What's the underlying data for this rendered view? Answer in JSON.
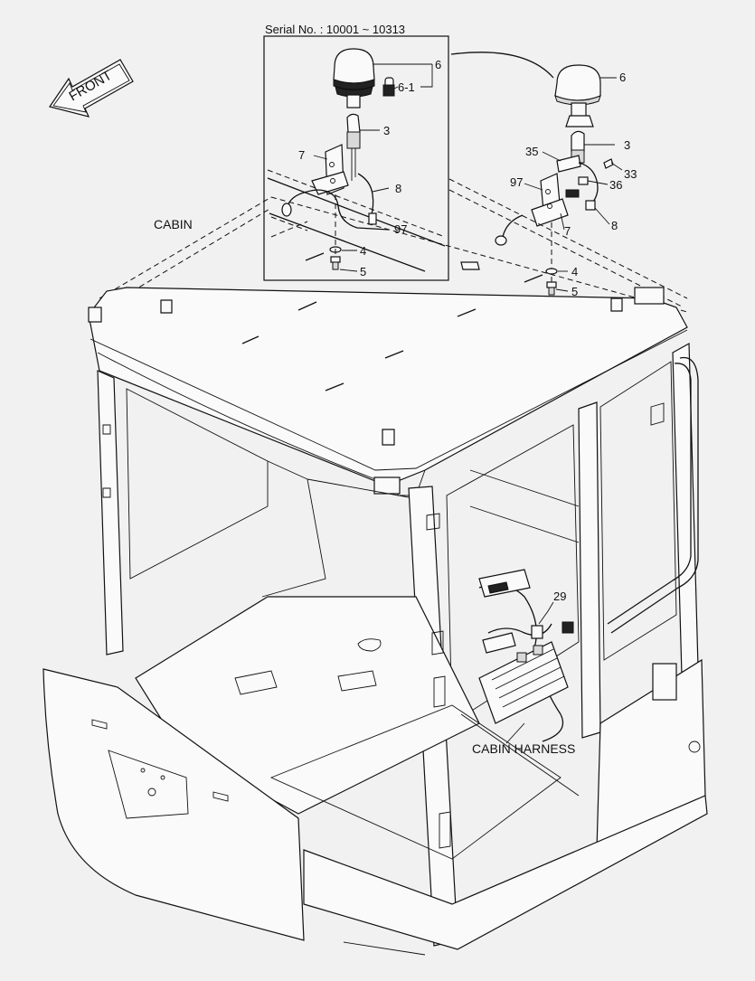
{
  "header": {
    "serial_label": "Serial No. : 10001 ~ 10313"
  },
  "orientation": {
    "front_label": "FRONT"
  },
  "callouts": {
    "cabin": "CABIN",
    "cabin_harness": "CABIN HARNESS"
  },
  "inset_parts": {
    "beacon": "6",
    "bulb": "6-1",
    "bracket_pipe": "3",
    "bracket": "7",
    "wire": "8",
    "harness": "97",
    "washer": "4",
    "bolt": "5"
  },
  "main_parts": {
    "beacon": "6",
    "bracket_pipe": "3",
    "clamp": "35",
    "screw": "33",
    "connector": "36",
    "harness": "97",
    "bracket": "7",
    "wire": "8",
    "washer": "4",
    "bolt": "5",
    "fuse_box": "29"
  },
  "colors": {
    "background": "#f1f1f1",
    "line": "#111111"
  }
}
